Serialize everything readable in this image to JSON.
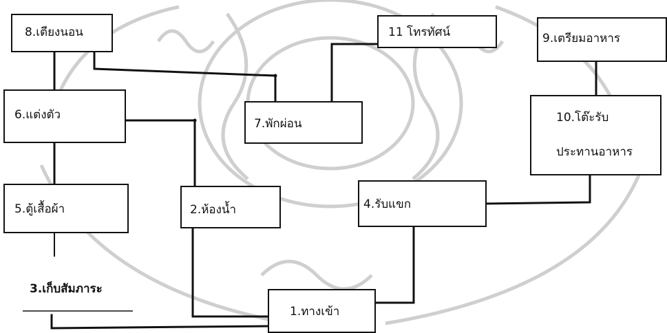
{
  "diagram": {
    "nodes": {
      "n1": "1.ทางเข้า",
      "n2": "2.ห้องน้ำ",
      "n3": "3.เก็บสัมภาระ",
      "n4": "4.รับแขก",
      "n5": "5.ตู้เสื้อผ้า",
      "n6": "6.แต่งตัว",
      "n7": "7.พักผ่อน",
      "n8": "8.เตียงนอน",
      "n9": "9.เตรียมอาหาร",
      "n10_line1": "10.โต๊ะรับ",
      "n10_line2": "ประทานอาหาร",
      "n11": "11 โทรทัศน์"
    },
    "colors": {
      "line": "#111111",
      "box_border": "#111111",
      "watermark": "#c8c8c8"
    }
  }
}
